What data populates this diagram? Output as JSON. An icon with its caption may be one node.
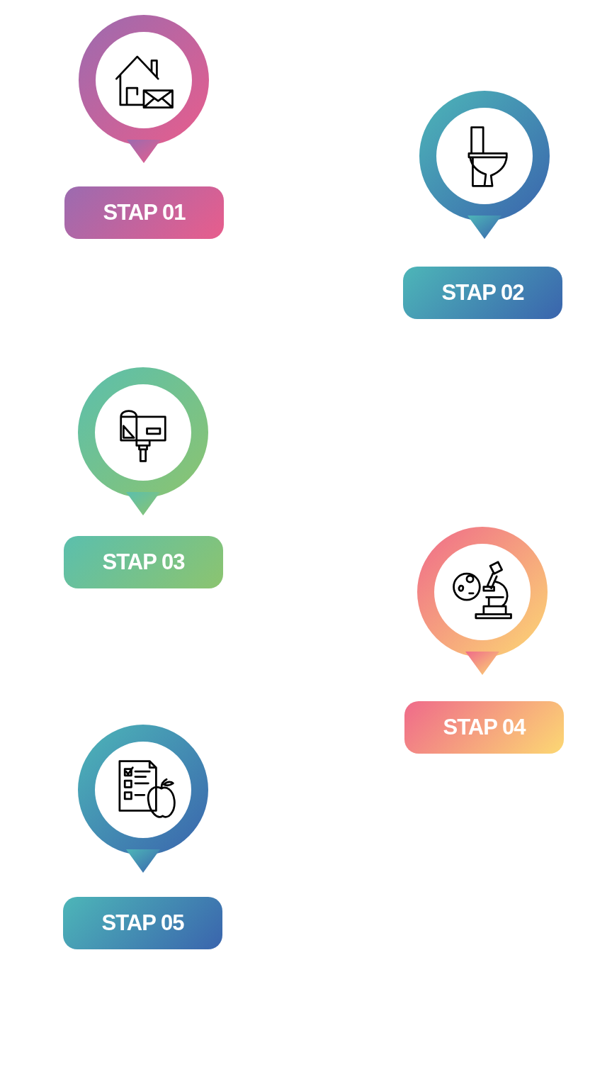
{
  "diagram": {
    "nodes": [
      {
        "text": [
          "STAP 01"
        ]
      },
      {
        "text": [
          "STAP 02"
        ]
      },
      {
        "text": [
          "STAP 03"
        ]
      },
      {
        "text": [
          "STAP 04"
        ]
      },
      {
        "text": [
          "STAP 05"
        ]
      }
    ]
  }
}
